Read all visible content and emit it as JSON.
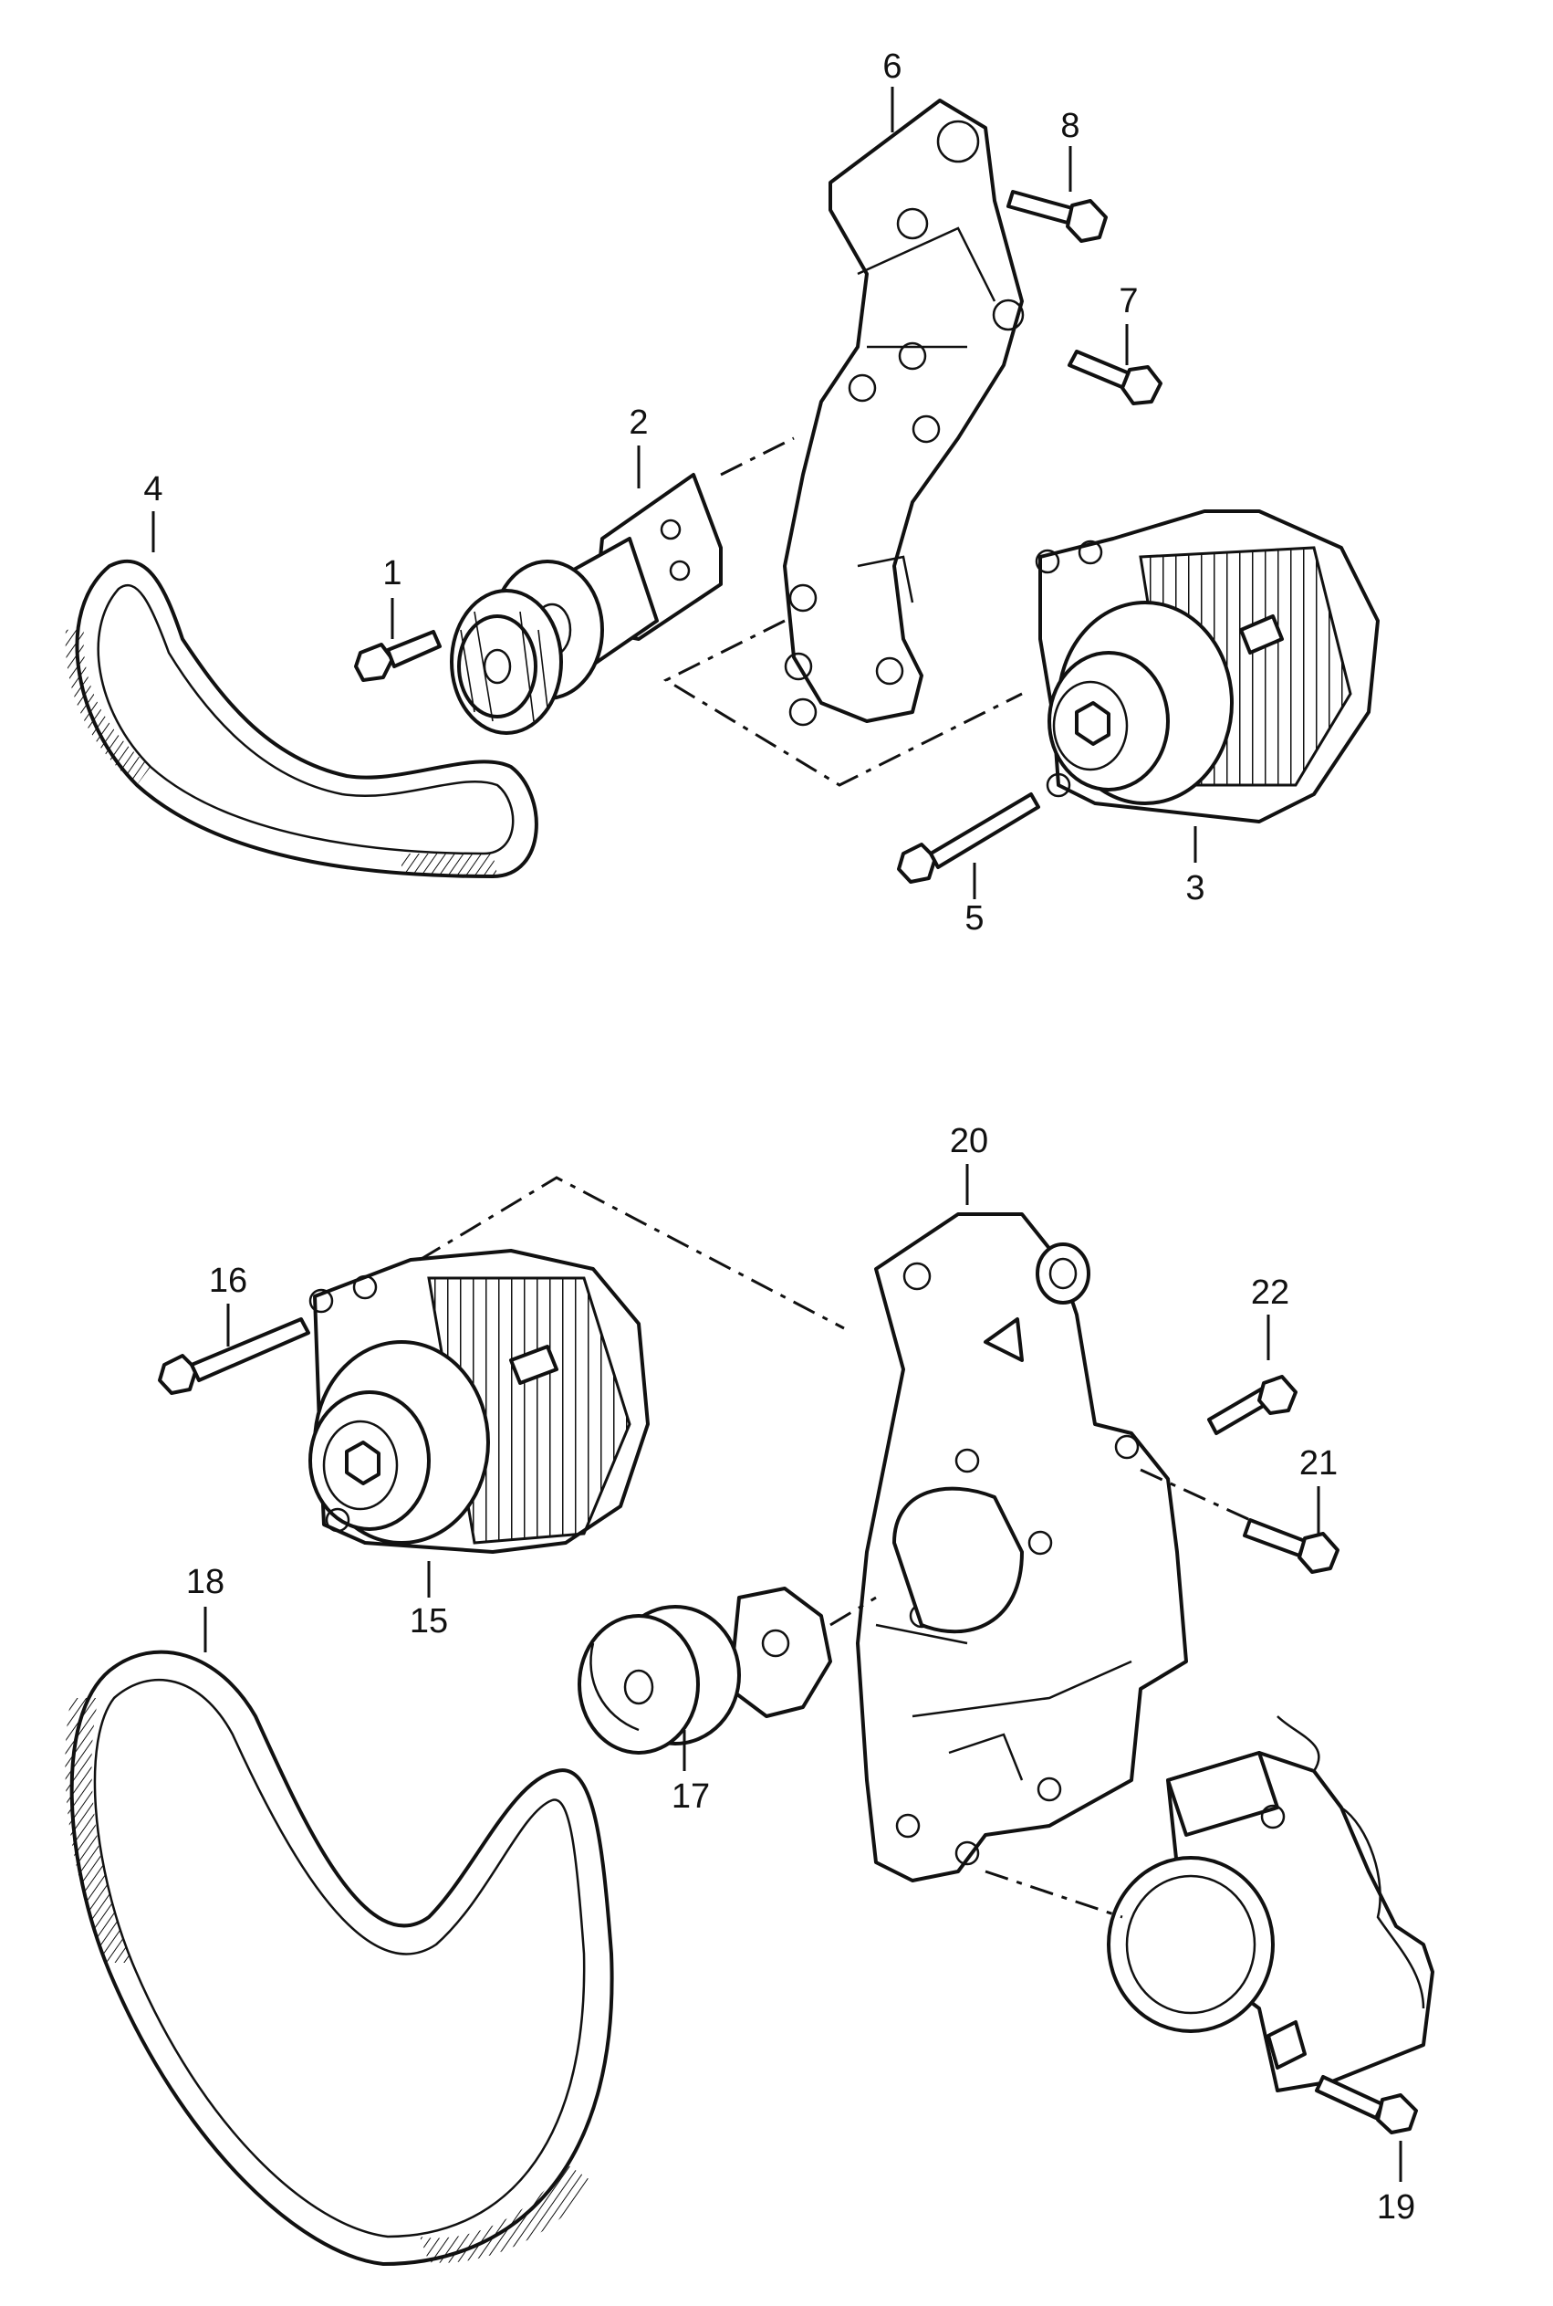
{
  "callouts": {
    "c1": "1",
    "c2": "2",
    "c3": "3",
    "c4": "4",
    "c5": "5",
    "c6": "6",
    "c7": "7",
    "c8": "8",
    "c15": "15",
    "c16": "16",
    "c17": "17",
    "c18": "18",
    "c19": "19",
    "c20": "20",
    "c21": "21",
    "c22": "22"
  }
}
